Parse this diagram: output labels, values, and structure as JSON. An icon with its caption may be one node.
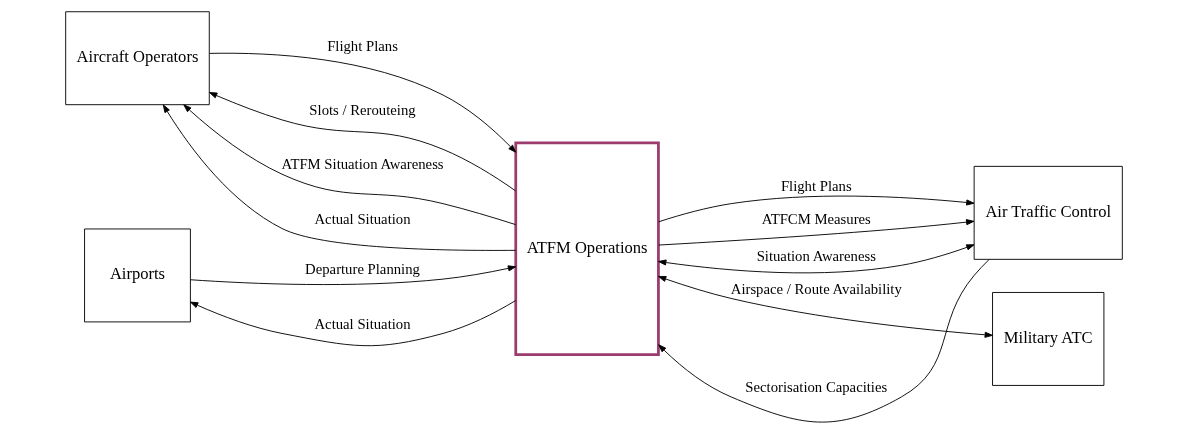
{
  "diagram": {
    "nodes": [
      {
        "text": [
          "Aircraft Operators"
        ]
      },
      {
        "text": [
          "ATFM Operations"
        ]
      },
      {
        "text": [
          "Air Traffic Control"
        ]
      },
      {
        "text": [
          "Airports"
        ]
      },
      {
        "text": [
          "Military ATC"
        ]
      }
    ],
    "edges": [
      {
        "from": 0,
        "to": 1,
        "arrow": "to",
        "label": "Flight Plans"
      },
      {
        "from": 1,
        "to": 0,
        "arrow": "to",
        "label": "Slots / Rerouteing"
      },
      {
        "from": 1,
        "to": 0,
        "arrow": "to",
        "label": "ATFM Situation Awareness"
      },
      {
        "from": 1,
        "to": 0,
        "arrow": "to",
        "label": "Actual Situation"
      },
      {
        "from": 1,
        "to": 3,
        "arrow": "to",
        "label": "Actual Situation"
      },
      {
        "from": 3,
        "to": 1,
        "arrow": "to",
        "label": "Departure Planning"
      },
      {
        "from": 1,
        "to": 2,
        "arrow": "to",
        "label": "Flight Plans"
      },
      {
        "from": 2,
        "to": 1,
        "arrow": "to",
        "label": "Sectorisation Capacities"
      },
      {
        "from": 1,
        "to": 2,
        "arrow": "to",
        "label": "ATFCM Measures"
      },
      {
        "from": 1,
        "to": 2,
        "arrow": "both",
        "label": "Situation Awareness"
      },
      {
        "from": 1,
        "to": 4,
        "arrow": "both",
        "label": "Airspace / Route Availability"
      }
    ]
  }
}
